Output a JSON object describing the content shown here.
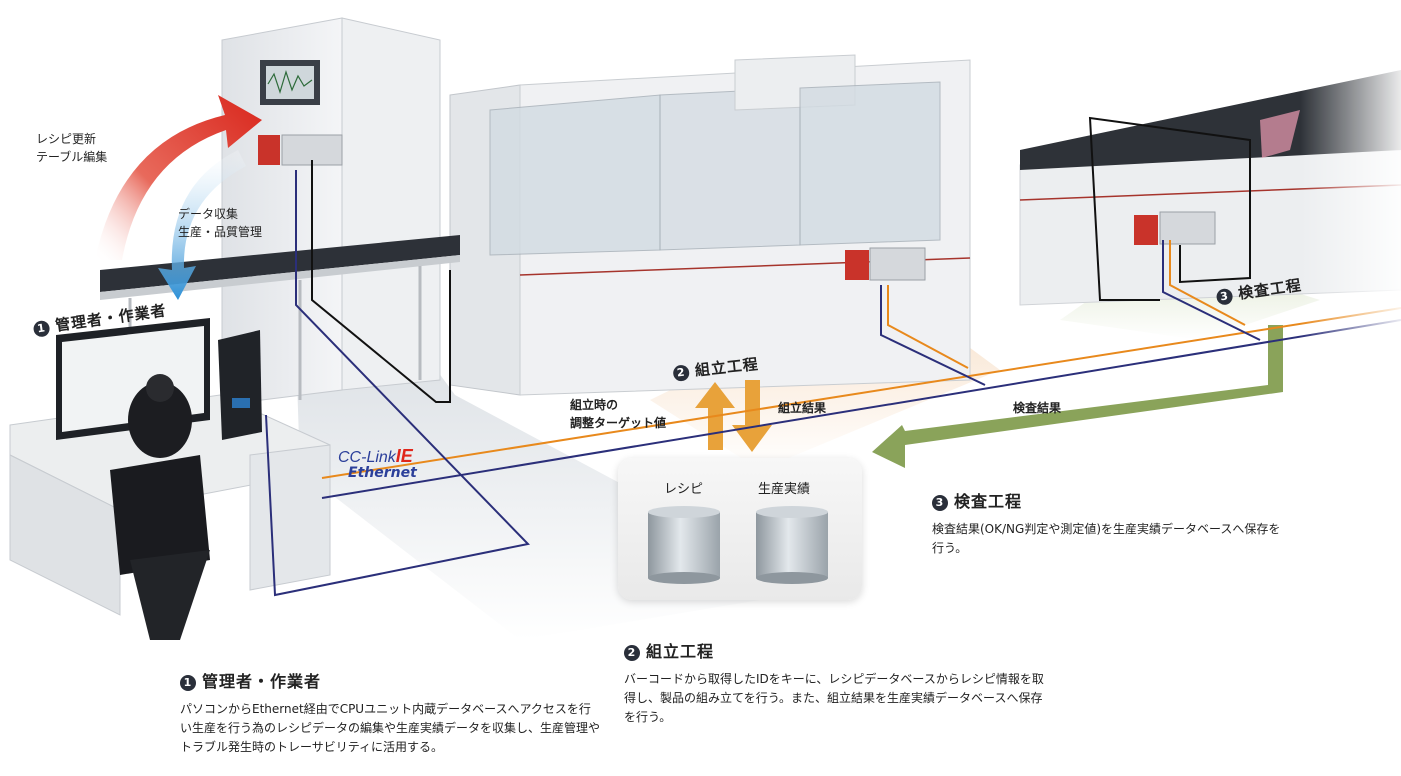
{
  "arrows": {
    "recipe_update": [
      "レシピ更新",
      "テーブル編集"
    ],
    "data_collection": [
      "データ収集",
      "生産・品質管理"
    ]
  },
  "stages": {
    "operator": {
      "number": "1",
      "title": "管理者・作業者"
    },
    "assembly": {
      "number": "2",
      "title": "組立工程"
    },
    "inspection": {
      "number": "3",
      "title": "検査工程"
    }
  },
  "flow_labels": {
    "target_value": [
      "組立時の",
      "調整ターゲット値"
    ],
    "assembly_result": "組立結果",
    "inspection_result": "検査結果"
  },
  "network": {
    "brand": "CC-Link",
    "brand_suffix": "IE",
    "sub": "Ethernet"
  },
  "database": {
    "recipe": "レシピ",
    "production_record": "生産実績"
  },
  "sections": {
    "operator": {
      "number": "1",
      "title": "管理者・作業者",
      "body": "パソコンからEthernet経由でCPUユニット内蔵データベースへアクセスを行い生産を行う為のレシピデータの編集や生産実績データを収集し、生産管理やトラブル発生時のトレーサビリティに活用する。"
    },
    "assembly": {
      "number": "2",
      "title": "組立工程",
      "body": "バーコードから取得したIDをキーに、レシピデータベースからレシピ情報を取得し、製品の組み立てを行う。また、組立結果を生産実績データベースへ保存を行う。"
    },
    "inspection": {
      "number": "3",
      "title": "検査工程",
      "body": "検査結果(OK/NG判定や測定値)を生産実績データベースへ保存を行う。"
    }
  },
  "colors": {
    "cc_link_line": "#e8891c",
    "ethernet_line": "#2b2f7a",
    "signal_line": "#111111",
    "arrow_red": "#d9261c",
    "arrow_blue": "#2b8fd6",
    "arrow_orange": "#e8a23a",
    "arrow_green": "#8aa35a",
    "plc_red": "#c9332a"
  }
}
